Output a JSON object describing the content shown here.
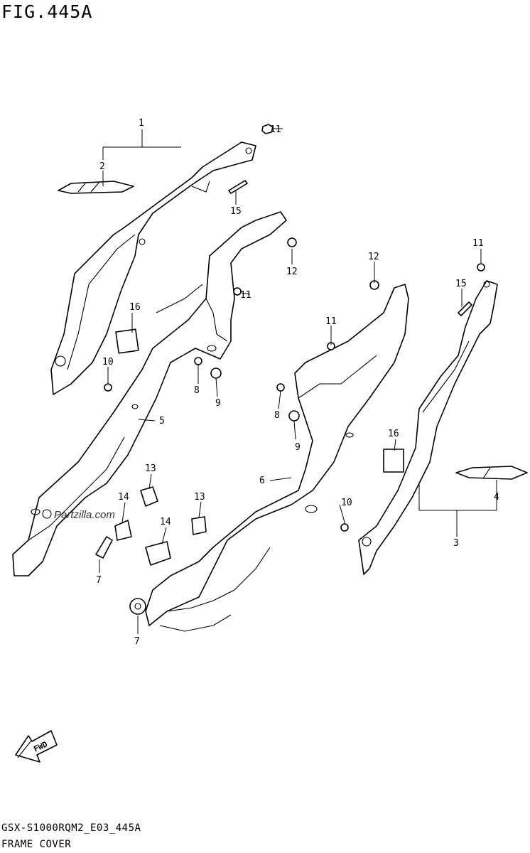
{
  "figure": {
    "title": "FIG.445A"
  },
  "callouts": [
    "1",
    "2",
    "11",
    "15",
    "12",
    "11",
    "16",
    "10",
    "5",
    "8",
    "9",
    "12",
    "11",
    "8",
    "9",
    "6",
    "16",
    "13",
    "14",
    "7",
    "13",
    "14",
    "7",
    "10",
    "11",
    "15",
    "4",
    "3"
  ],
  "watermark": {
    "text": "Partzilla.com"
  },
  "fwd_label": "FWD",
  "footer": {
    "code": "GSX-S1000RQM2_E03_445A",
    "name": "FRAME COVER"
  },
  "icons": [
    "fwd-arrow-icon",
    "partzilla-logo-icon"
  ]
}
